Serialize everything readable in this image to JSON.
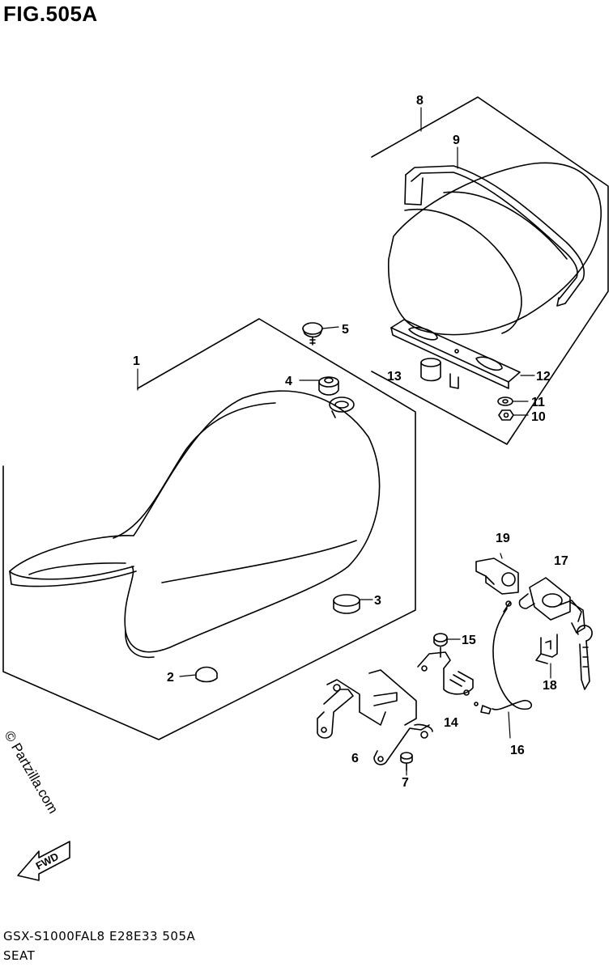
{
  "figure": {
    "title": "FIG.505A",
    "model_code": "GSX-S1000FAL8  E28E33  505A",
    "section_name": "SEAT",
    "watermark": "© Partzilla.com",
    "fwd_label": "FWD"
  },
  "callouts": [
    {
      "id": "1",
      "label": "1"
    },
    {
      "id": "2",
      "label": "2"
    },
    {
      "id": "3",
      "label": "3"
    },
    {
      "id": "4",
      "label": "4"
    },
    {
      "id": "5",
      "label": "5"
    },
    {
      "id": "6",
      "label": "6"
    },
    {
      "id": "7",
      "label": "7"
    },
    {
      "id": "8",
      "label": "8"
    },
    {
      "id": "9",
      "label": "9"
    },
    {
      "id": "10",
      "label": "10"
    },
    {
      "id": "11",
      "label": "11"
    },
    {
      "id": "12",
      "label": "12"
    },
    {
      "id": "13",
      "label": "13"
    },
    {
      "id": "14",
      "label": "14"
    },
    {
      "id": "15",
      "label": "15"
    },
    {
      "id": "16",
      "label": "16"
    },
    {
      "id": "17",
      "label": "17"
    },
    {
      "id": "18",
      "label": "18"
    },
    {
      "id": "19",
      "label": "19"
    }
  ]
}
